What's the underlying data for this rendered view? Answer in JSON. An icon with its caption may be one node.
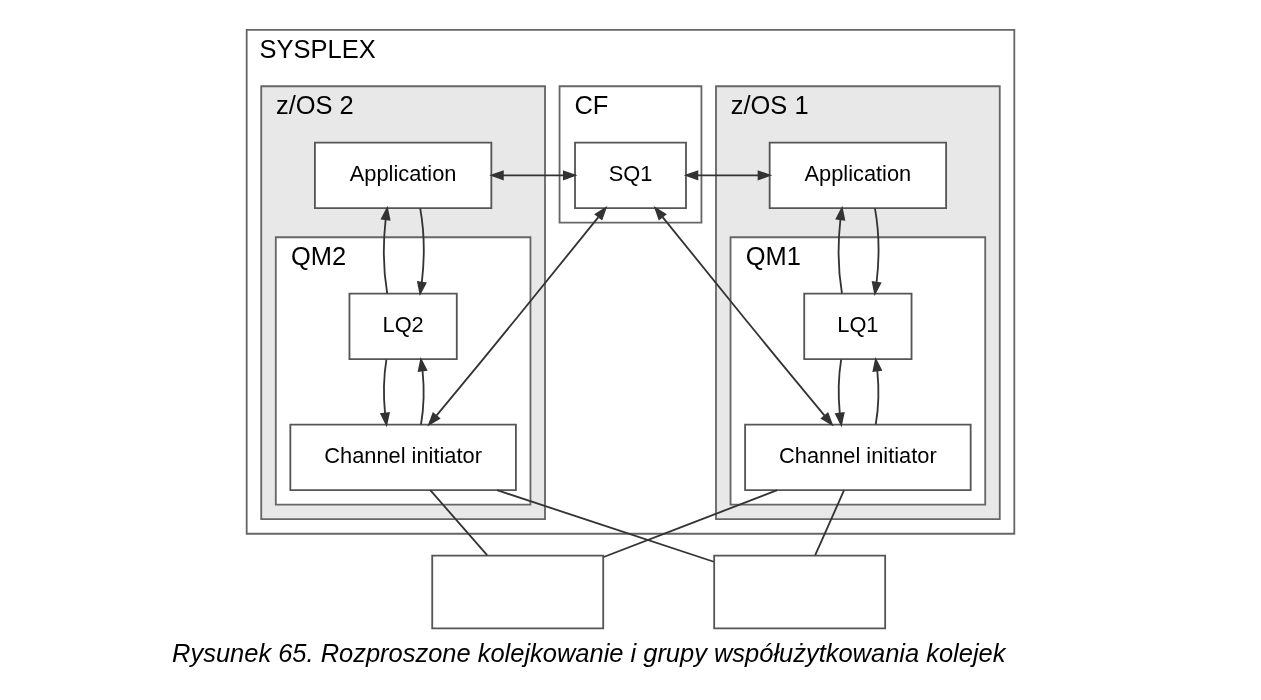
{
  "diagram": {
    "caption": "Rysunek 65. Rozproszone kolejkowanie i grupy współużytkowania kolejek",
    "nodes": [
      {
        "text": [
          "SYSPLEX"
        ]
      },
      {
        "text": [
          "z/OS 1"
        ],
        "in": 0
      },
      {
        "text": [
          "Application"
        ],
        "in": 1
      },
      {
        "text": [
          "QM1"
        ],
        "in": 1
      },
      {
        "text": [
          "LQ1"
        ],
        "in": 3
      },
      {
        "text": [
          "Channel initiator"
        ],
        "in": 3
      },
      {
        "text": [
          "CF"
        ],
        "in": 0
      },
      {
        "text": [
          "SQ1"
        ],
        "in": 6
      },
      {
        "text": [
          "z/OS 2"
        ],
        "in": 0
      },
      {
        "text": [
          "Application"
        ],
        "in": 8
      },
      {
        "text": [
          "QM2"
        ],
        "in": 8
      },
      {
        "text": [
          "LQ2"
        ],
        "in": 10
      },
      {
        "text": [
          "Channel initiator"
        ],
        "in": 10
      },
      {
        "text": [],
        "shape": "box"
      },
      {
        "text": [],
        "shape": "box"
      }
    ],
    "edges": [
      {
        "from": 2,
        "to": 7,
        "arrow": "both"
      },
      {
        "from": 4,
        "to": 2,
        "arrow": "to"
      },
      {
        "from": 2,
        "to": 4,
        "arrow": "to"
      },
      {
        "from": 5,
        "to": 4,
        "arrow": "to"
      },
      {
        "from": 4,
        "to": 5,
        "arrow": "to"
      },
      {
        "from": 5,
        "to": 7,
        "arrow": "both"
      },
      {
        "from": 7,
        "to": 9,
        "arrow": "both"
      },
      {
        "from": 11,
        "to": 9,
        "arrow": "to"
      },
      {
        "from": 9,
        "to": 11,
        "arrow": "to"
      },
      {
        "from": 12,
        "to": 11,
        "arrow": "to"
      },
      {
        "from": 11,
        "to": 12,
        "arrow": "to"
      },
      {
        "from": 7,
        "to": 12,
        "arrow": "both"
      },
      {
        "from": 5,
        "to": 13,
        "arrow": "none"
      },
      {
        "from": 5,
        "to": 14,
        "arrow": "none"
      },
      {
        "from": 12,
        "to": 13,
        "arrow": "none"
      },
      {
        "from": 12,
        "to": 14,
        "arrow": "none"
      }
    ]
  }
}
